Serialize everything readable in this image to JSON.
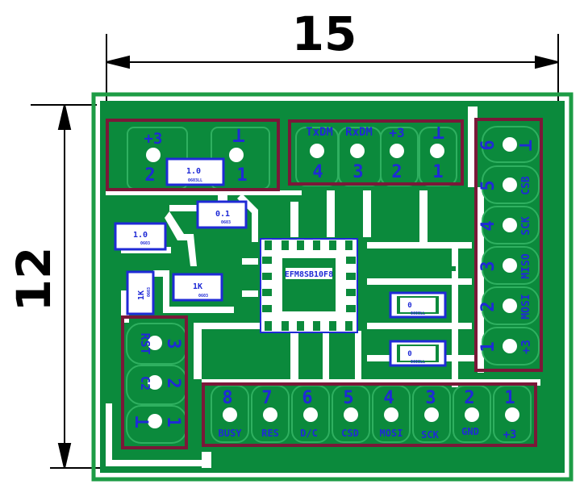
{
  "dimensions": {
    "width": "15",
    "height": "12"
  },
  "connector_power": {
    "pins": [
      {
        "num": "2",
        "label": "+3"
      },
      {
        "num": "1",
        "label": "⊥"
      }
    ]
  },
  "connector_uart": {
    "pins": [
      {
        "num": "4",
        "label": "TxDM"
      },
      {
        "num": "3",
        "label": "RxDM"
      },
      {
        "num": "2",
        "label": "+3"
      },
      {
        "num": "1",
        "label": "⊥"
      }
    ]
  },
  "connector_spi_right": {
    "pins": [
      {
        "num": "6",
        "label": "⊥"
      },
      {
        "num": "5",
        "label": "CSB"
      },
      {
        "num": "4",
        "label": "SCK"
      },
      {
        "num": "3",
        "label": "MISO"
      },
      {
        "num": "2",
        "label": "MOSI"
      },
      {
        "num": "1",
        "label": "+3"
      }
    ]
  },
  "connector_left": {
    "pins": [
      {
        "num": "3",
        "label": "RST"
      },
      {
        "num": "2",
        "label": "C2"
      },
      {
        "num": "1",
        "label": "⊥"
      }
    ]
  },
  "connector_display": {
    "pins": [
      {
        "num": "8",
        "label": "BUSY"
      },
      {
        "num": "7",
        "label": "RES"
      },
      {
        "num": "6",
        "label": "D/C"
      },
      {
        "num": "5",
        "label": "CSD"
      },
      {
        "num": "4",
        "label": "MOSI"
      },
      {
        "num": "3",
        "label": "SCK"
      },
      {
        "num": "2",
        "label": "GND"
      },
      {
        "num": "1",
        "label": "+3"
      }
    ]
  },
  "components": {
    "c_top": {
      "value": "1.0",
      "pkg": "0603LL"
    },
    "c_mid": {
      "value": "0.1",
      "pkg": "0603"
    },
    "c_left": {
      "value": "1.0",
      "pkg": "0603"
    },
    "r_left_vertical": {
      "value": "1K",
      "pkg": "0603"
    },
    "r_center": {
      "value": "1K",
      "pkg": "0603"
    },
    "r_right_upper": {
      "value": "0",
      "pkg": "0603LL"
    },
    "r_right_lower": {
      "value": "0",
      "pkg": "0603LL"
    },
    "ic": {
      "name": "EFM8SB10F8"
    }
  },
  "colors": {
    "board": "#0b8a3c",
    "outline": "#1d9c45",
    "connector_box": "#7a1838",
    "silk": "#1f2ad6",
    "dimension": "#000000"
  }
}
